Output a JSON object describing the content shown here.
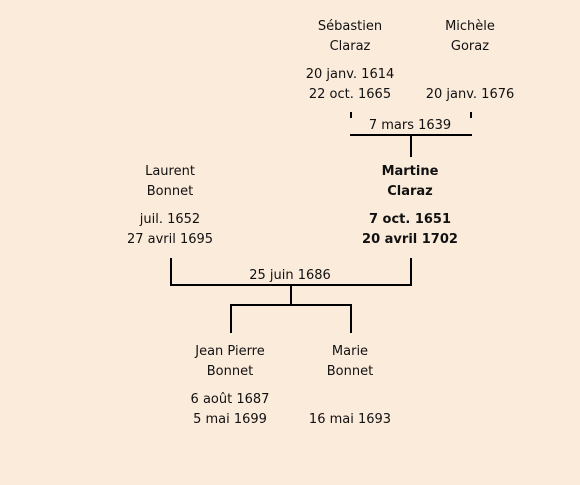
{
  "persons": {
    "sebastien": {
      "given_name": "Sébastien",
      "surname": "Claraz",
      "birth": "20 janv. 1614",
      "death": "22 oct. 1665"
    },
    "michele": {
      "given_name": "Michèle",
      "surname": "Goraz",
      "birth": "",
      "death": "20 janv. 1676"
    },
    "laurent": {
      "given_name": "Laurent",
      "surname": "Bonnet",
      "birth": "juil. 1652",
      "death": "27 avril 1695"
    },
    "martine": {
      "given_name": "Martine",
      "surname": "Claraz",
      "birth": "7 oct. 1651",
      "death": "20 avril 1702"
    },
    "jean_pierre": {
      "given_name": "Jean Pierre",
      "surname": "Bonnet",
      "birth": "6 août 1687",
      "death": "5 mai 1699"
    },
    "marie": {
      "given_name": "Marie",
      "surname": "Bonnet",
      "birth": "",
      "death": "16 mai 1693"
    }
  },
  "marriages": {
    "claraz_goraz": "7 mars 1639",
    "bonnet_claraz": "25 juin 1686"
  },
  "colors": {
    "background": "#fbebdb",
    "lines": "#000000"
  }
}
